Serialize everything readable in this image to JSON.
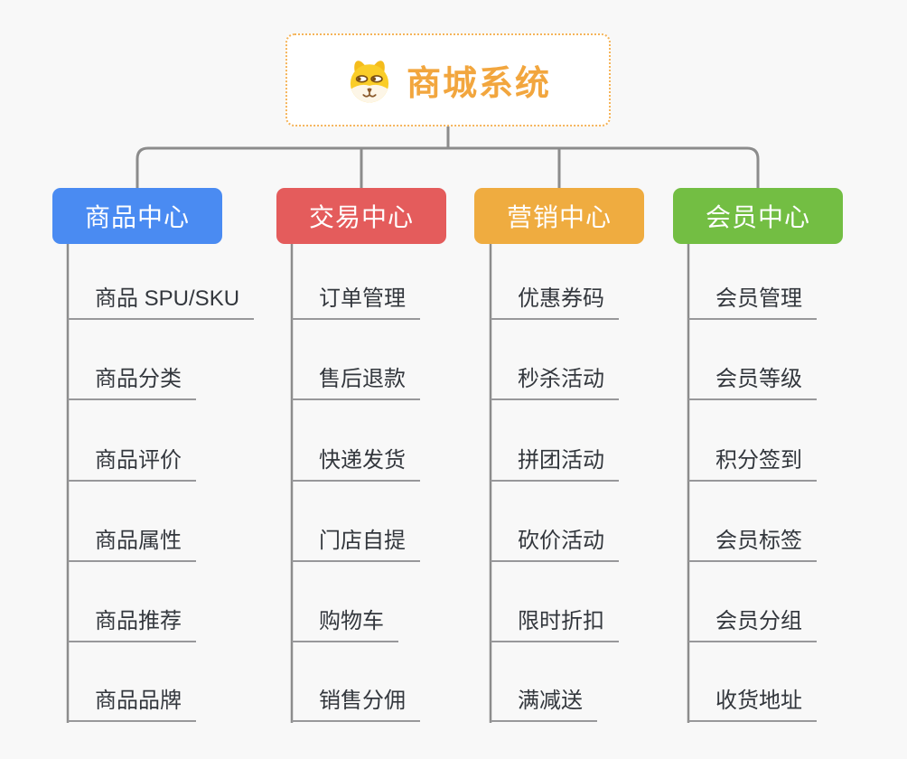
{
  "root": {
    "title": "商城系统",
    "icon": "shiba-dog-icon"
  },
  "colors": {
    "root_border": "#F5B45A",
    "root_title": "#F2A63E",
    "connector": "#8C8C8C",
    "underline": "#98989A",
    "leaf_text": "#33373D",
    "background": "#F8F8F8"
  },
  "columns": [
    {
      "label": "商品中心",
      "color": "#4A8BF2",
      "items": [
        "商品 SPU/SKU",
        "商品分类",
        "商品评价",
        "商品属性",
        "商品推荐",
        "商品品牌"
      ]
    },
    {
      "label": "交易中心",
      "color": "#E45C5C",
      "items": [
        "订单管理",
        "售后退款",
        "快递发货",
        "门店自提",
        "购物车",
        "销售分佣"
      ]
    },
    {
      "label": "营销中心",
      "color": "#EFAC40",
      "items": [
        "优惠券码",
        "秒杀活动",
        "拼团活动",
        "砍价活动",
        "限时折扣",
        "满减送"
      ]
    },
    {
      "label": "会员中心",
      "color": "#73BE43",
      "items": [
        "会员管理",
        "会员等级",
        "积分签到",
        "会员标签",
        "会员分组",
        "收货地址"
      ]
    }
  ]
}
